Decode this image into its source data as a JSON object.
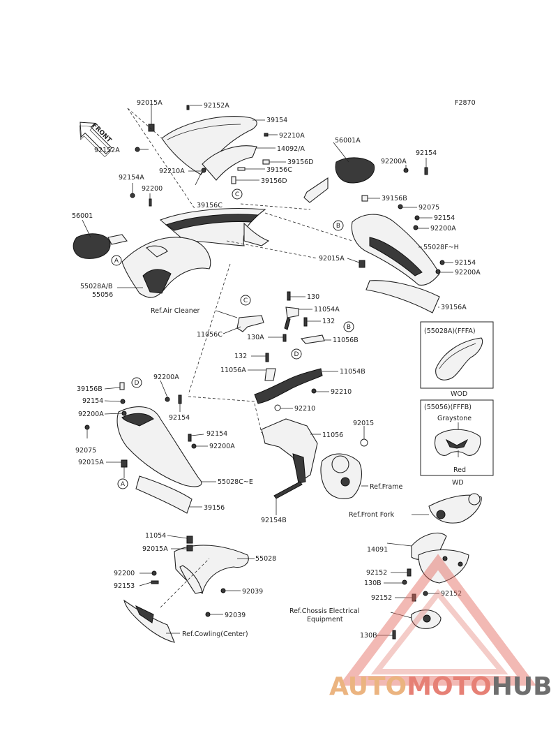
{
  "figure_code": "F2870",
  "front_label": "FRONT",
  "watermark": {
    "part1": "AUTO",
    "part2": "MOTO",
    "part3": "HUB",
    "color_primary": "#e8a76a",
    "color_secondary": "#e26a5e",
    "color_dark": "#555555"
  },
  "refs": [
    "A",
    "B",
    "C",
    "D"
  ],
  "labels": {
    "l92015A_1": "92015A",
    "l92152A_1": "92152A",
    "l39154": "39154",
    "l92210A_1": "92210A",
    "l14092A": "14092/A",
    "l92152A_2": "92152A",
    "l92210A_2": "92210A",
    "l39156D_1": "39156D",
    "l39156C_1": "39156C",
    "l39156D_2": "39156D",
    "l92154A": "92154A",
    "l92200_1": "92200",
    "l39156C_2": "39156C",
    "l56001A": "56001A",
    "l92200A_1": "92200A",
    "l92154_1": "92154",
    "l39156B_1": "39156B",
    "l92075_1": "92075",
    "l92154_2": "92154",
    "l92200A_2": "92200A",
    "l56001": "56001",
    "l55028FH": "55028F~H",
    "l92015A_2": "92015A",
    "l92154_3": "92154",
    "l92200A_3": "92200A",
    "l55028AB": "55028A/B",
    "l55056": "55056",
    "l39156A": "39156A",
    "lRefAir": "Ref.Air Cleaner",
    "l130_1": "130",
    "l11054A": "11054A",
    "l132_1": "132",
    "l11056C": "11056C",
    "l130A": "130A",
    "l11056B": "11056B",
    "l132_2": "132",
    "l11056A": "11056A",
    "l11054B": "11054B",
    "l92210_1": "92210",
    "l92210_2": "92210",
    "l39156B_2": "39156B",
    "l92200A_4": "92200A",
    "l92154_4": "92154",
    "l92200A_5": "92200A",
    "l92154_5": "92154",
    "l92075_2": "92075",
    "l92154_6": "92154",
    "l92200A_6": "92200A",
    "l92015A_3": "92015A",
    "l55028CE": "55028C~E",
    "l39156": "39156",
    "l92015": "92015",
    "l11056": "11056",
    "lRefFrame": "Ref.Frame",
    "l92154B": "92154B",
    "lRefFork": "Ref.Front Fork",
    "l11054": "11054",
    "l92015A_4": "92015A",
    "l55028": "55028",
    "l14091": "14091",
    "l92200_2": "92200",
    "l92153": "92153",
    "l92039_1": "92039",
    "l92039_2": "92039",
    "l92152_1": "92152",
    "l130B_1": "130B",
    "l92152_2": "92152",
    "l92152_3": "92152",
    "lRefChassis1": "Ref.Chossis Electrical",
    "lRefChassis2": "Equipment",
    "l130B_2": "130B",
    "lRefCowling": "Ref.Cowling(Center)"
  },
  "inset_wod": {
    "code": "(55028A)(FFFA)",
    "caption": "WOD"
  },
  "inset_wd": {
    "code": "(55056)(FFFB)",
    "color1": "Graystone",
    "color2": "Red",
    "caption": "WD"
  }
}
